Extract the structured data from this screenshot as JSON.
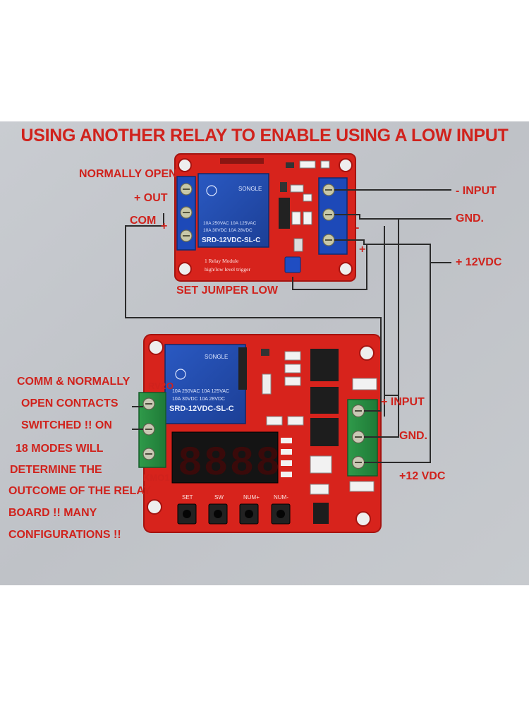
{
  "title": "USING ANOTHER RELAY TO ENABLE USING A LOW INPUT",
  "top_board": {
    "relay_brand": "SONGLE",
    "relay_model": "SRD-12VDC-SL-C",
    "relay_spec_1": "10A 250VAC  10A 125VAC",
    "relay_spec_2": "10A 30VDC  10A 28VDC",
    "module_text_1": "1 Relay Module",
    "module_text_2": "high/low level trigger"
  },
  "bottom_board": {
    "relay_brand": "SONGLE",
    "relay_model": "SRD-12VDC-SL-C",
    "relay_spec_1": "10A 250VAC  10A 125VAC",
    "relay_spec_2": "10A 30VDC  10A 28VDC",
    "display": "8888",
    "button_1": "SET",
    "button_2": "SW",
    "button_3": "NUM+",
    "button_4": "NUM-"
  },
  "labels": {
    "normally_open": "NORMALLY OPEN",
    "plus_out": "+ OUT",
    "com": "COM",
    "com_plus": "+",
    "minus_input": "- INPUT",
    "gnd_top": "GND.",
    "plus_12vdc": "+ 12VDC",
    "set_jumper_low": "SET JUMPER LOW",
    "comm_no_1": "COMM & NORMALLY",
    "comm_no_2": "OPEN CONTACTS",
    "comm_no_3": "SWITCHED !! ON",
    "modes_1": "18 MODES WILL",
    "modes_2": "DETERMINE THE",
    "modes_3": "OUTCOME OF THE RELAY",
    "modes_4": "BOARD !! MANY",
    "modes_5": "CONFIGURATIONS !!",
    "rv2": "RV2",
    "rv2_o": "O",
    "kmo1": "KMO1",
    "plus_input": "+ INPUT",
    "gnd_bottom": "GND.",
    "plus_12_vdc": "+12 VDC",
    "wire_minus": "-",
    "wire_plus": "+"
  }
}
